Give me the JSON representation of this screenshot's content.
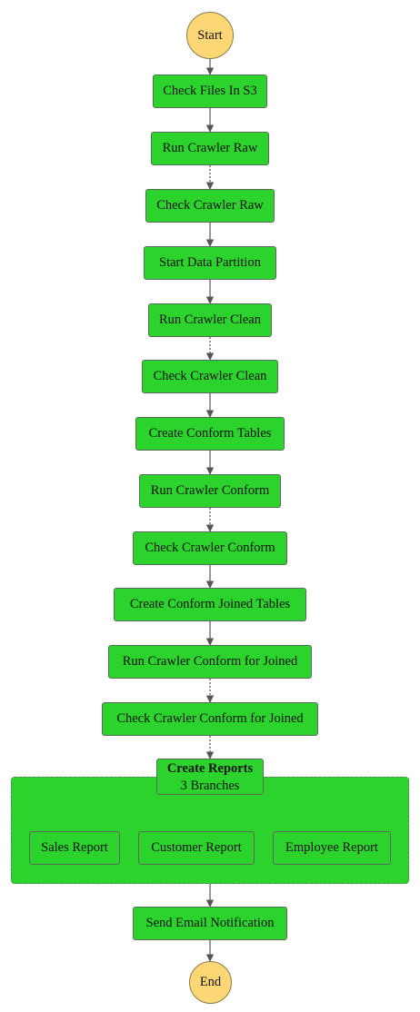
{
  "workflow": {
    "start": "Start",
    "end": "End",
    "states": [
      "Check Files In S3",
      "Run Crawler Raw",
      "Check Crawler Raw",
      "Start Data Partition",
      "Run Crawler Clean",
      "Check Crawler Clean",
      "Create Conform Tables",
      "Run Crawler Conform",
      "Check Crawler Conform",
      "Create Conform Joined Tables",
      "Run Crawler Conform for Joined",
      "Check Crawler Conform for Joined"
    ],
    "parallel": {
      "title": "Create Reports",
      "subtitle": "3 Branches",
      "branches": [
        "Sales Report",
        "Customer Report",
        "Employee Report"
      ]
    },
    "final_state": "Send Email Notification"
  },
  "colors": {
    "state_fill": "#2dd32d",
    "terminal_fill": "#fdd676",
    "edge": "#555555"
  }
}
